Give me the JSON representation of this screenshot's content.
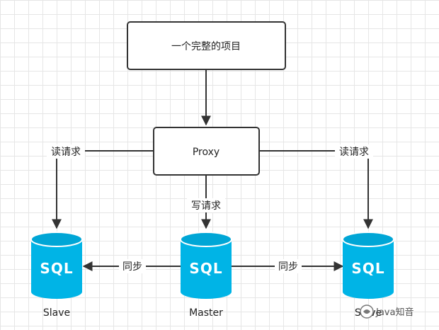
{
  "nodes": {
    "project": "一个完整的项目",
    "proxy": "Proxy"
  },
  "edges": {
    "read_left": "读请求",
    "read_right": "读请求",
    "write": "写请求",
    "sync_left": "同步",
    "sync_right": "同步"
  },
  "databases": {
    "icon_text": "SQL",
    "slave_left": "Slave",
    "master": "Master",
    "slave_right": "Slave"
  },
  "watermark": "Java知音",
  "colors": {
    "database": "#00b4e6",
    "line": "#333333",
    "grid": "#e6e6e6"
  }
}
